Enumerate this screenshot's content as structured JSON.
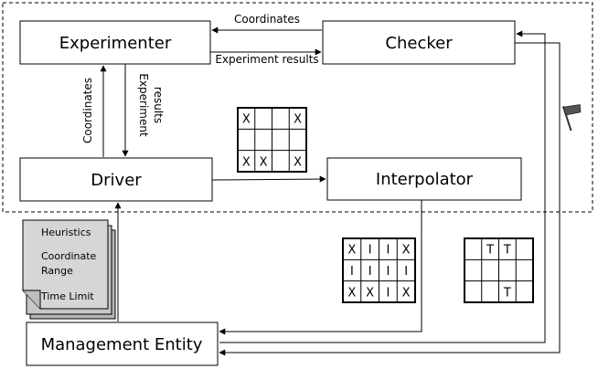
{
  "boxes": {
    "experimenter": "Experimenter",
    "checker": "Checker",
    "driver": "Driver",
    "interpolator": "Interpolator",
    "management": "Management Entity"
  },
  "labels": {
    "coordinates_top": "Coordinates",
    "experiment_results_top": "Experiment results",
    "coordinates_vertical": "Coordinates",
    "experiment_vertical_1": "Experiment",
    "experiment_vertical_2": "results"
  },
  "note": {
    "line1": "Heuristics",
    "line2": "Coordinate",
    "line3": "Range",
    "line4": "Time Limit"
  },
  "grids": {
    "grid_a": [
      [
        "X",
        "",
        "",
        "X"
      ],
      [
        "",
        "",
        "",
        ""
      ],
      [
        "X",
        "X",
        "",
        "X"
      ]
    ],
    "grid_b": [
      [
        "X",
        "I",
        "I",
        "X"
      ],
      [
        "I",
        "I",
        "I",
        "I"
      ],
      [
        "X",
        "X",
        "I",
        "X"
      ]
    ],
    "grid_c": [
      [
        "",
        "T",
        "T",
        ""
      ],
      [
        "",
        "",
        "",
        ""
      ],
      [
        "",
        "",
        "T",
        ""
      ]
    ]
  }
}
